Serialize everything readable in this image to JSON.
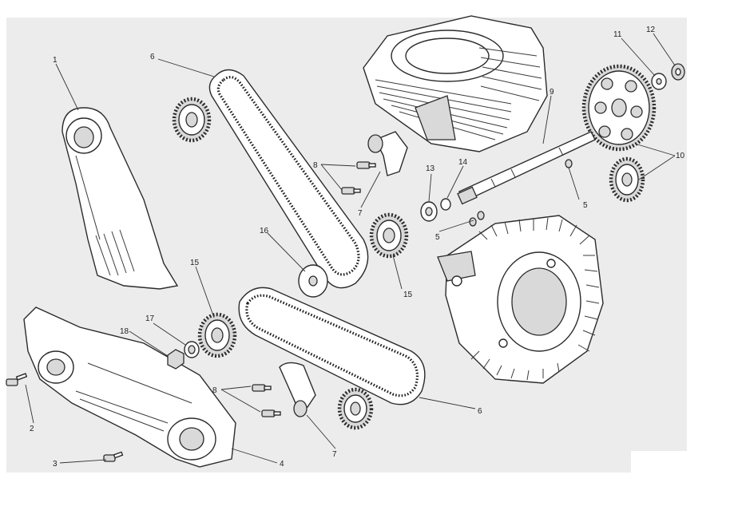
{
  "callouts": {
    "c1": "1",
    "c2": "2",
    "c3": "3",
    "c4": "4",
    "c5a": "5",
    "c5b": "5",
    "c6a": "6",
    "c6b": "6",
    "c7a": "7",
    "c7b": "7",
    "c8a": "8",
    "c8b": "8",
    "c9": "9",
    "c10": "10",
    "c11": "11",
    "c12": "12",
    "c13": "13",
    "c14": "14",
    "c15a": "15",
    "c15b": "15",
    "c16": "16",
    "c17": "17",
    "c18": "18"
  }
}
